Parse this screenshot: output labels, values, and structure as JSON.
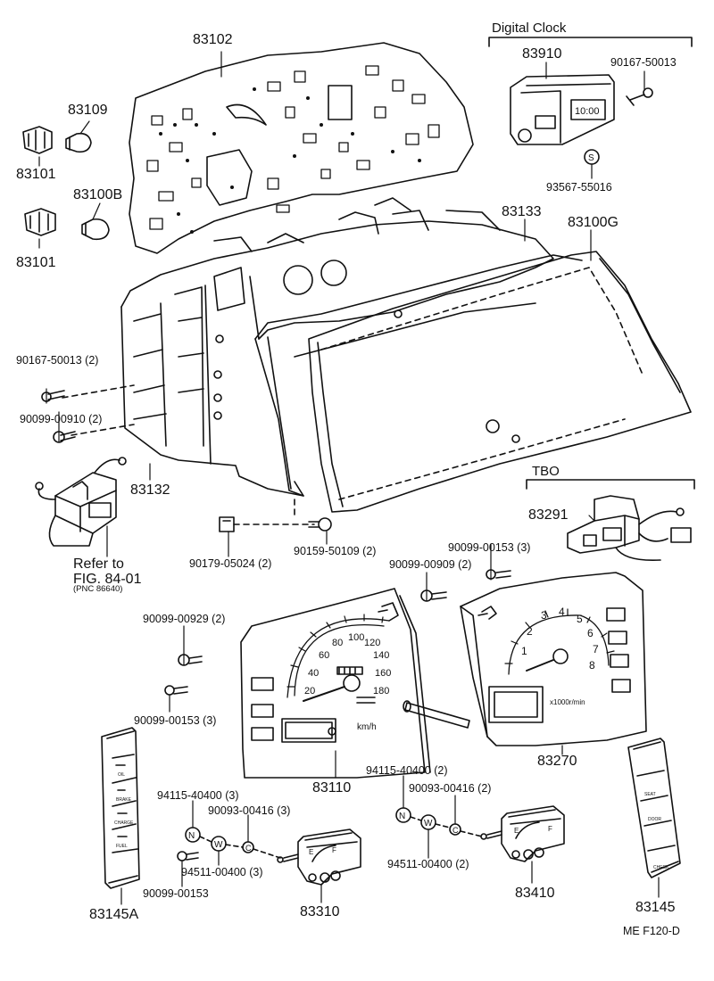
{
  "groups": {
    "digital_clock": "Digital Clock",
    "tbo": "TBO"
  },
  "parts": {
    "p83102": "83102",
    "p83109": "83109",
    "p83101a": "83101",
    "p83100b": "83100B",
    "p83101b": "83101",
    "p83910": "83910",
    "p90167_50013_clock": "90167-50013",
    "p93567": "93567-55016",
    "p83133": "83133",
    "p83100g": "83100G",
    "p90167_50013_2": "90167-50013 (2)",
    "p90099_00910": "90099-00910 (2)",
    "p83132": "83132",
    "p83291": "83291",
    "p90179": "90179-05024 (2)",
    "p90159": "90159-50109 (2)",
    "p90099_00153_3_right": "90099-00153 (3)",
    "p90099_00909": "90099-00909 (2)",
    "p90099_00929": "90099-00929 (2)",
    "p90099_00153_3_left": "90099-00153 (3)",
    "p83110": "83110",
    "p83270": "83270",
    "p94115_left": "94115-40400 (3)",
    "p90093_left": "90093-00416 (3)",
    "p94511_left": "94511-00400 (3)",
    "p90099_00153": "90099-00153",
    "p83310": "83310",
    "p94115_right": "94115-40400 (2)",
    "p90093_right": "90093-00416 (2)",
    "p94511_right": "94511-00400 (2)",
    "p83410": "83410",
    "p83145a": "83145A",
    "p83145": "83145"
  },
  "reference": {
    "refer_to": "Refer to",
    "fig": "FIG. 84-01",
    "pnc": "(PNC 86640)"
  },
  "figure_code": "ME  F120-D",
  "dial_text": {
    "speedo_numbers": [
      "20",
      "40",
      "60",
      "80",
      "100",
      "120",
      "140",
      "160",
      "180"
    ],
    "speedo_unit": "km/h",
    "tacho_numbers": [
      "1",
      "2",
      "3",
      "4",
      "5",
      "6",
      "7",
      "8"
    ],
    "tacho_unit": "x1000r/min",
    "clock_display": "10:00",
    "fuel_f": "F",
    "fuel_e": "E"
  },
  "symbols": {
    "nut": "N",
    "washer": "W",
    "clip": "C",
    "screw": "S"
  },
  "warning_labels_left": [
    "OIL",
    "BRAKE",
    "CHARGE",
    "FUEL"
  ],
  "warning_labels_right": [
    "SEAT",
    "DOOR",
    "CHECK"
  ]
}
